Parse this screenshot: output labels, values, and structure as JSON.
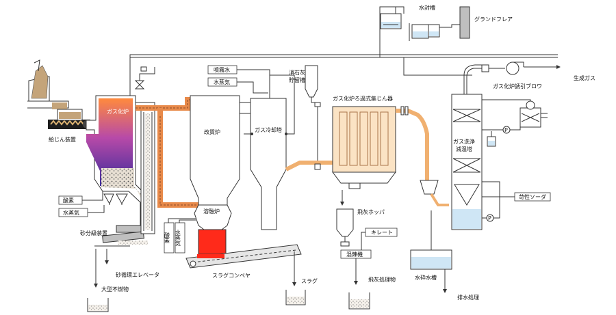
{
  "labels": {
    "water_seal_tank": "水封槽",
    "ground_flare": "グランドフレア",
    "product_gas": "生成ガス",
    "induced_draft_blower": "ガス化炉誘引ブロワ",
    "quicklime_tank": "消石灰\n貯留槽",
    "bag_filter": "ガス化炉ろ過式集じん器",
    "spray_water": "噴霧水",
    "steam_top": "水蒸気",
    "gasifier": "ガス化炉",
    "feeder": "給じん装置",
    "reformer": "改質炉",
    "gas_cooling_tower": "ガス冷却塔",
    "gas_scrubber": "ガス洗浄\n減温塔",
    "melting_furnace": "溶融炉",
    "oxygen_left": "酸素",
    "steam_left": "水蒸気",
    "sand_classifier": "砂分級装置",
    "oxygen_bottom": "酸素",
    "steam_bottom": "水蒸気",
    "sand_elevator": "砂循環エレベータ",
    "slag_conveyor": "スラグコンベヤ",
    "slag": "スラグ",
    "large_noncombustibles": "大型不燃物",
    "fly_ash_hopper": "飛灰ホッパ",
    "chelate": "キレート",
    "kneader": "混錬機",
    "fly_ash_treatment": "飛灰処理物",
    "caustic_soda": "苛性ソーダ",
    "crushed_water_tank": "水砕水槽",
    "wastewater_treatment": "排水処理",
    "pump": "P"
  },
  "colors": {
    "gasifier_top": "#ff8a3d",
    "gasifier_mid": "#b74aa8",
    "gasifier_bottom": "#3b2b9b",
    "reformer_top": "#ef5a2a",
    "reformer_bottom": "#ffd13a",
    "melting_red": "#ff2a1a",
    "duct_orange": "#e88a4a",
    "bag_filter": "#fbe3c4",
    "scrubber_water": "#cfe6f5"
  }
}
